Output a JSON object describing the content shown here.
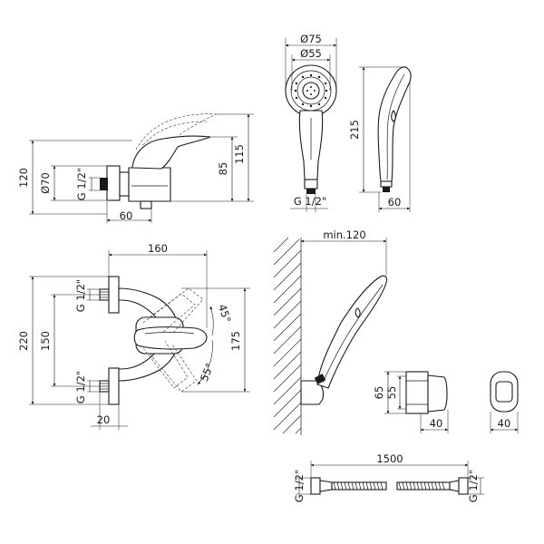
{
  "drawing": {
    "mixer_side": {
      "height_total": "120",
      "flange_dia": "Ø70",
      "thread": "G 1/2\"",
      "depth": "60",
      "h_spout": "85",
      "h_lever": "115"
    },
    "handshower": {
      "dia_outer": "Ø75",
      "dia_inner": "Ø55",
      "length": "215",
      "depth": "60",
      "thread": "G 1/2\""
    },
    "mixer_front": {
      "width": "160",
      "height_total": "220",
      "axis_spacing": "150",
      "height_body": "175",
      "offset": "20",
      "angle_up": "45°",
      "angle_down": "55°",
      "thread_top": "G 1/2\"",
      "thread_bottom": "G 1/2\""
    },
    "wall_holder": {
      "reach": "min.120",
      "height": "65",
      "height_inner": "55",
      "depth": "40",
      "width": "40"
    },
    "hose": {
      "length": "1500",
      "thread_left": "G 1/2\"",
      "thread_right": "G 1/2\""
    }
  }
}
